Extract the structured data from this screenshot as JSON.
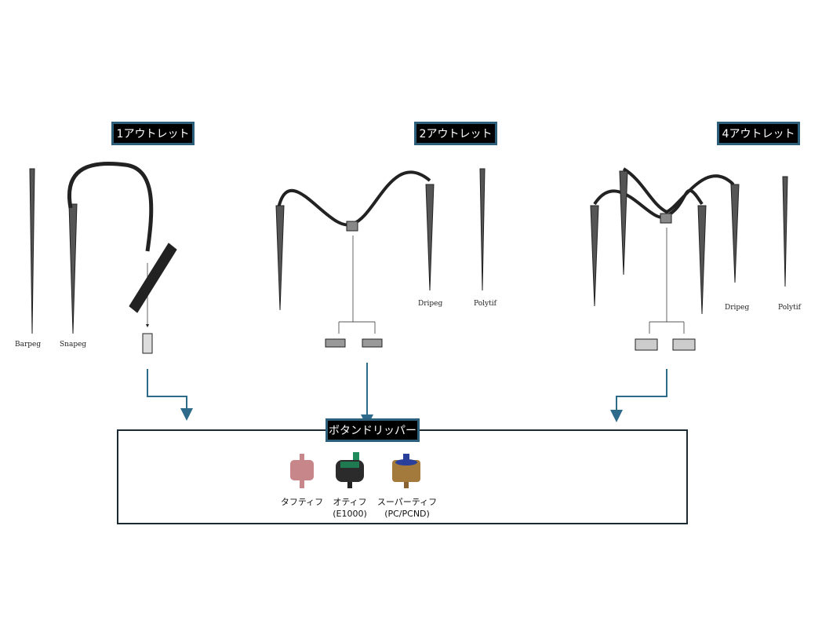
{
  "groups": [
    {
      "label": "1アウトレット",
      "parts": [
        "Barpeg",
        "Snapeg"
      ]
    },
    {
      "label": "2アウトレット",
      "parts": [
        "Dripeg",
        "Polytif"
      ]
    },
    {
      "label": "4アウトレット",
      "parts": [
        "Dripeg",
        "Polytif"
      ]
    }
  ],
  "dripper_box": {
    "label": "ボタンドリッパー",
    "items": [
      {
        "name": "タフティフ",
        "sub": "",
        "color": "#c7868a"
      },
      {
        "name": "オティフ",
        "sub": "(E1000)",
        "color": "#2b2b2b"
      },
      {
        "name": "スーパーティフ",
        "sub": "(PC/PCND)",
        "color": "#a47a3c"
      }
    ]
  },
  "colors": {
    "arrow": "#2e6a8a",
    "tag_border": "#2e5f7a",
    "box_border": "#1c2a33"
  }
}
